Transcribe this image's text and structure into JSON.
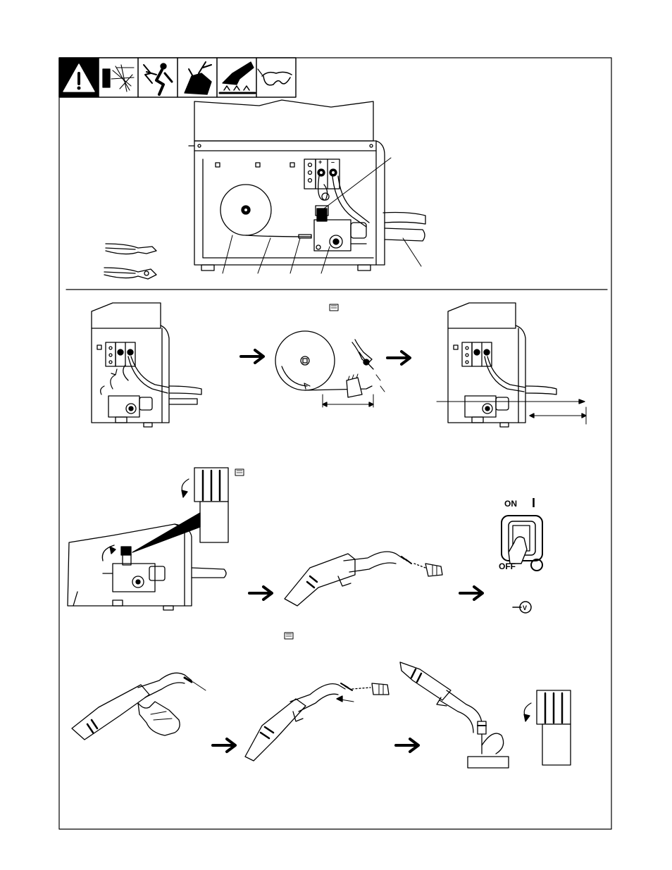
{
  "switch": {
    "on_label": "ON",
    "off_label": "OFF",
    "on_symbol": "I"
  },
  "icons": {
    "warning": "warning-triangle-icon",
    "arc_flash": "arc-spark-icon",
    "electric_shock": "electric-shock-icon",
    "hot_wire": "hot-wire-hand-icon",
    "hot_parts": "hot-parts-hand-icon",
    "eye_protection": "safety-glasses-icon",
    "note": "pointing-hand-icon",
    "arrow": "step-arrow-icon"
  },
  "colors": {
    "ink": "#000000",
    "paper": "#ffffff"
  }
}
